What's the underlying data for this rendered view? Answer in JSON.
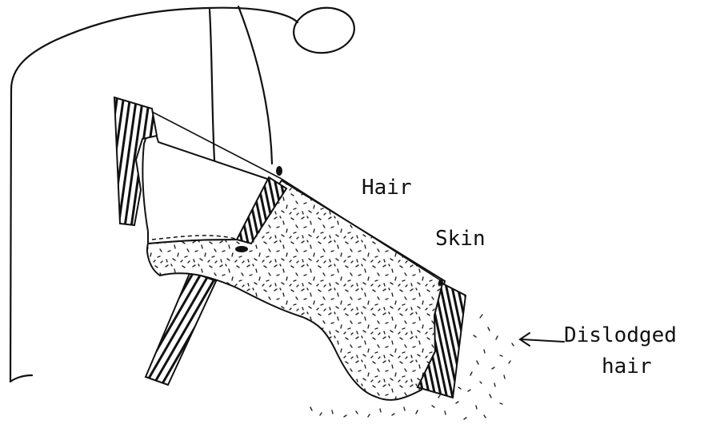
{
  "labels": {
    "hair": "Hair",
    "skin": "Skin",
    "dislodged_line1": "Dislodged",
    "dislodged_line2": "hair"
  },
  "colors": {
    "ink": "#111111",
    "background": "#ffffff"
  }
}
